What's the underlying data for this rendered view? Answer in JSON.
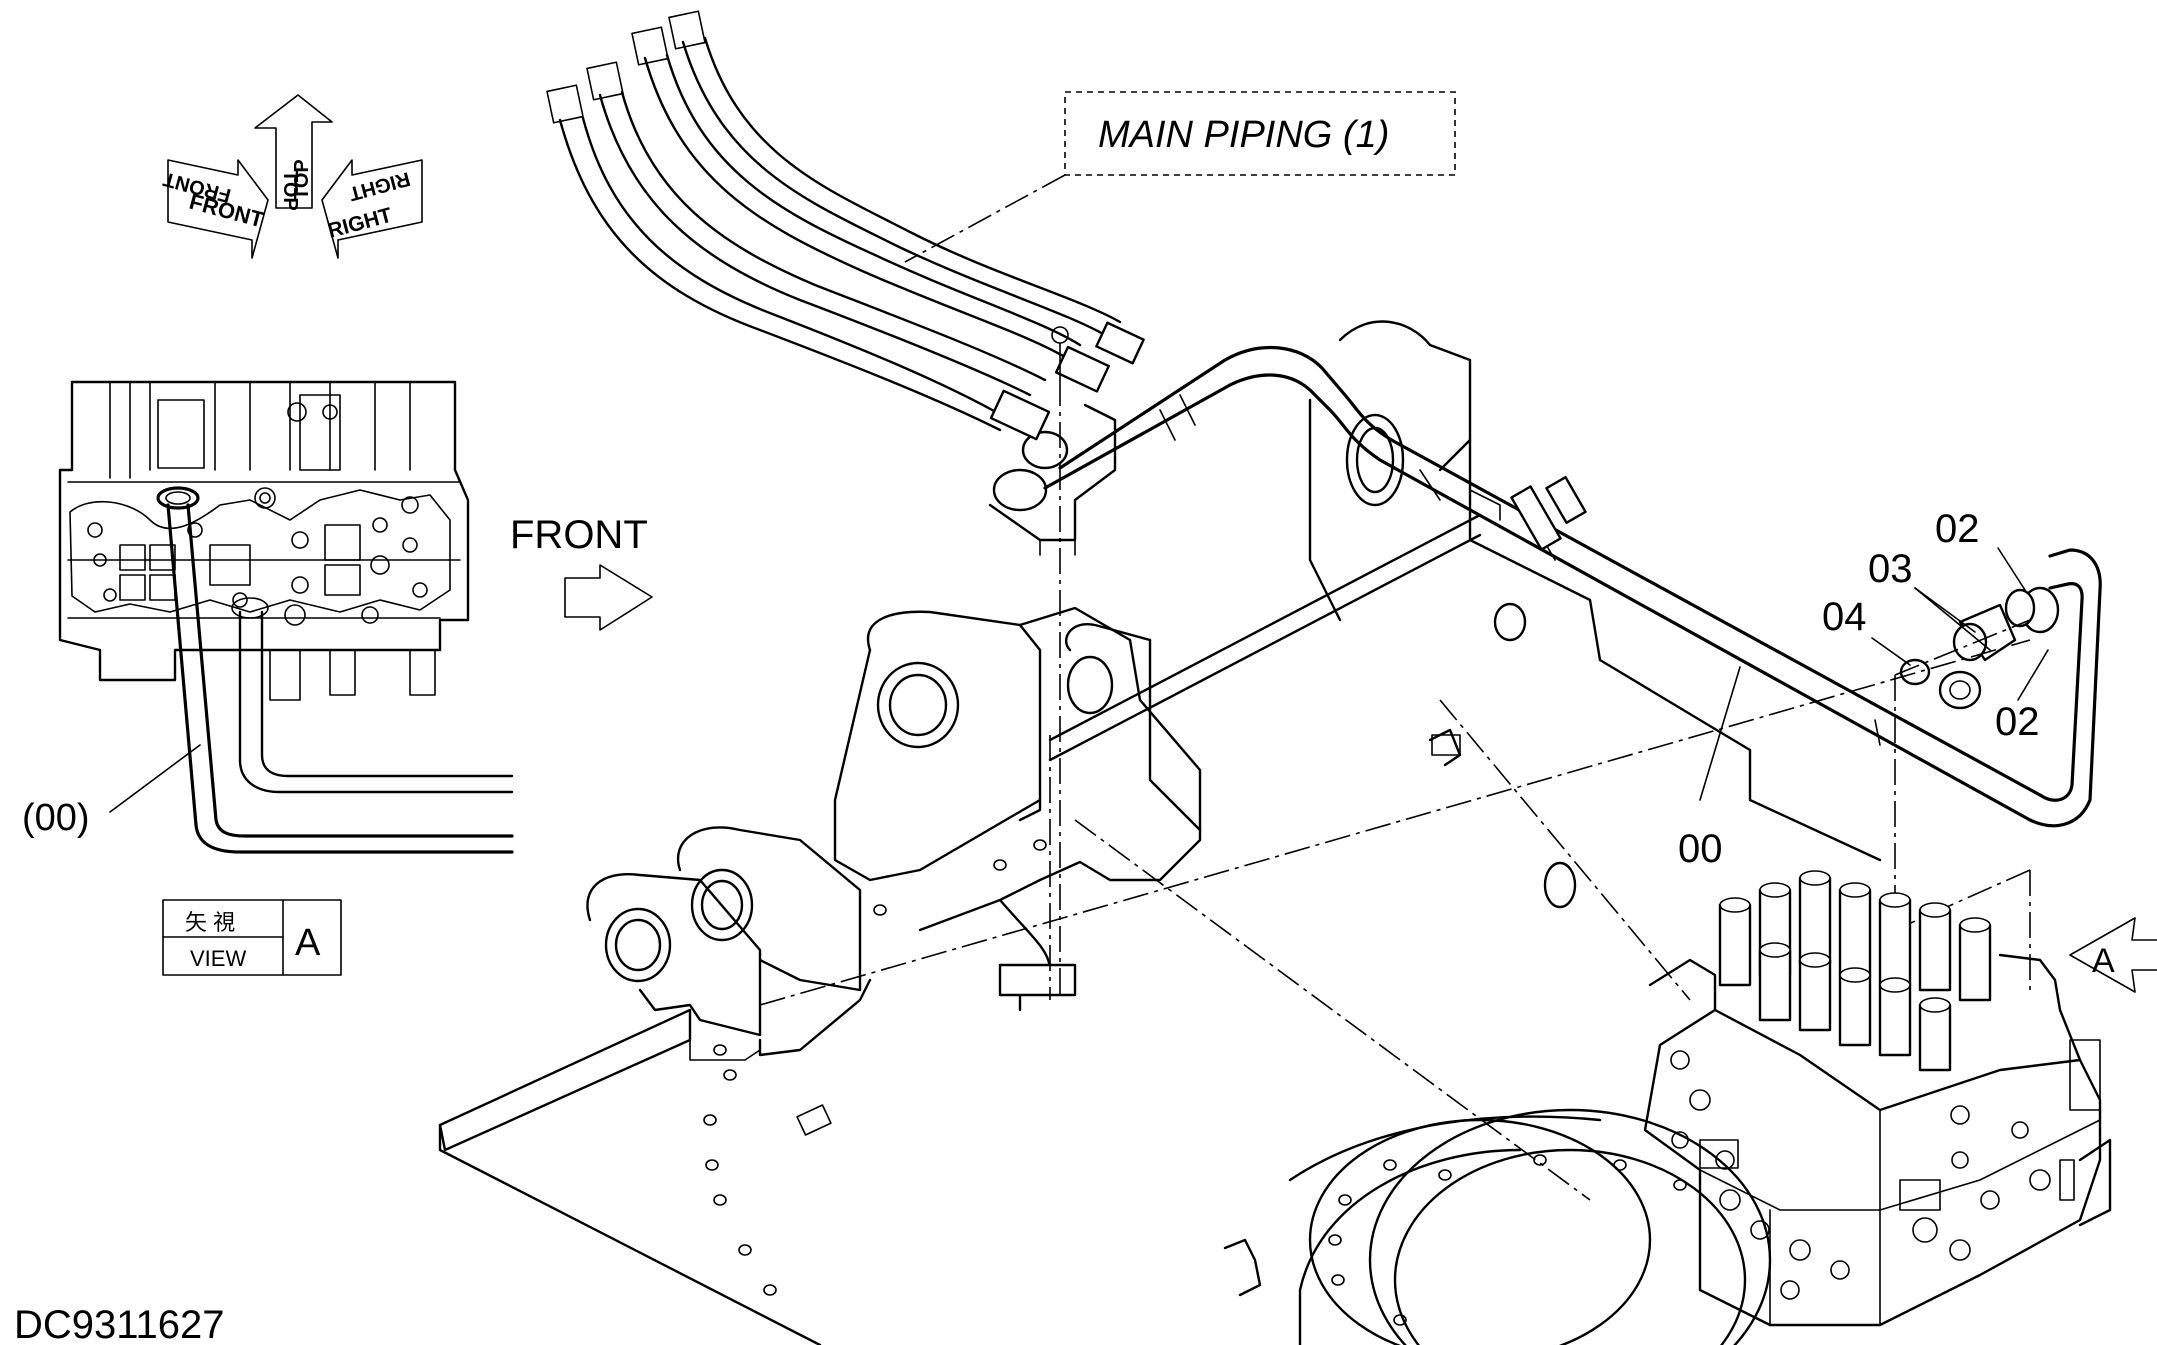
{
  "drawing_id": "DC9311627",
  "callout_main_piping": "MAIN PIPING (1)",
  "front_arrow_label": "FRONT",
  "orientation_icon": {
    "top_label": "TOP",
    "front_label": "FRONT",
    "right_label": "RIGHT"
  },
  "view_box": {
    "japanese_label": "矢 視",
    "english_label": "VIEW",
    "letter": "A"
  },
  "view_arrow_letter": "A",
  "inset_part_label": "(00)",
  "part_labels": {
    "p00": "00",
    "p02_top": "02",
    "p02_bottom": "02",
    "p03": "03",
    "p04": "04"
  },
  "icons": [
    "orientation-axes-icon",
    "front-arrow-icon",
    "view-direction-arrow-icon"
  ]
}
